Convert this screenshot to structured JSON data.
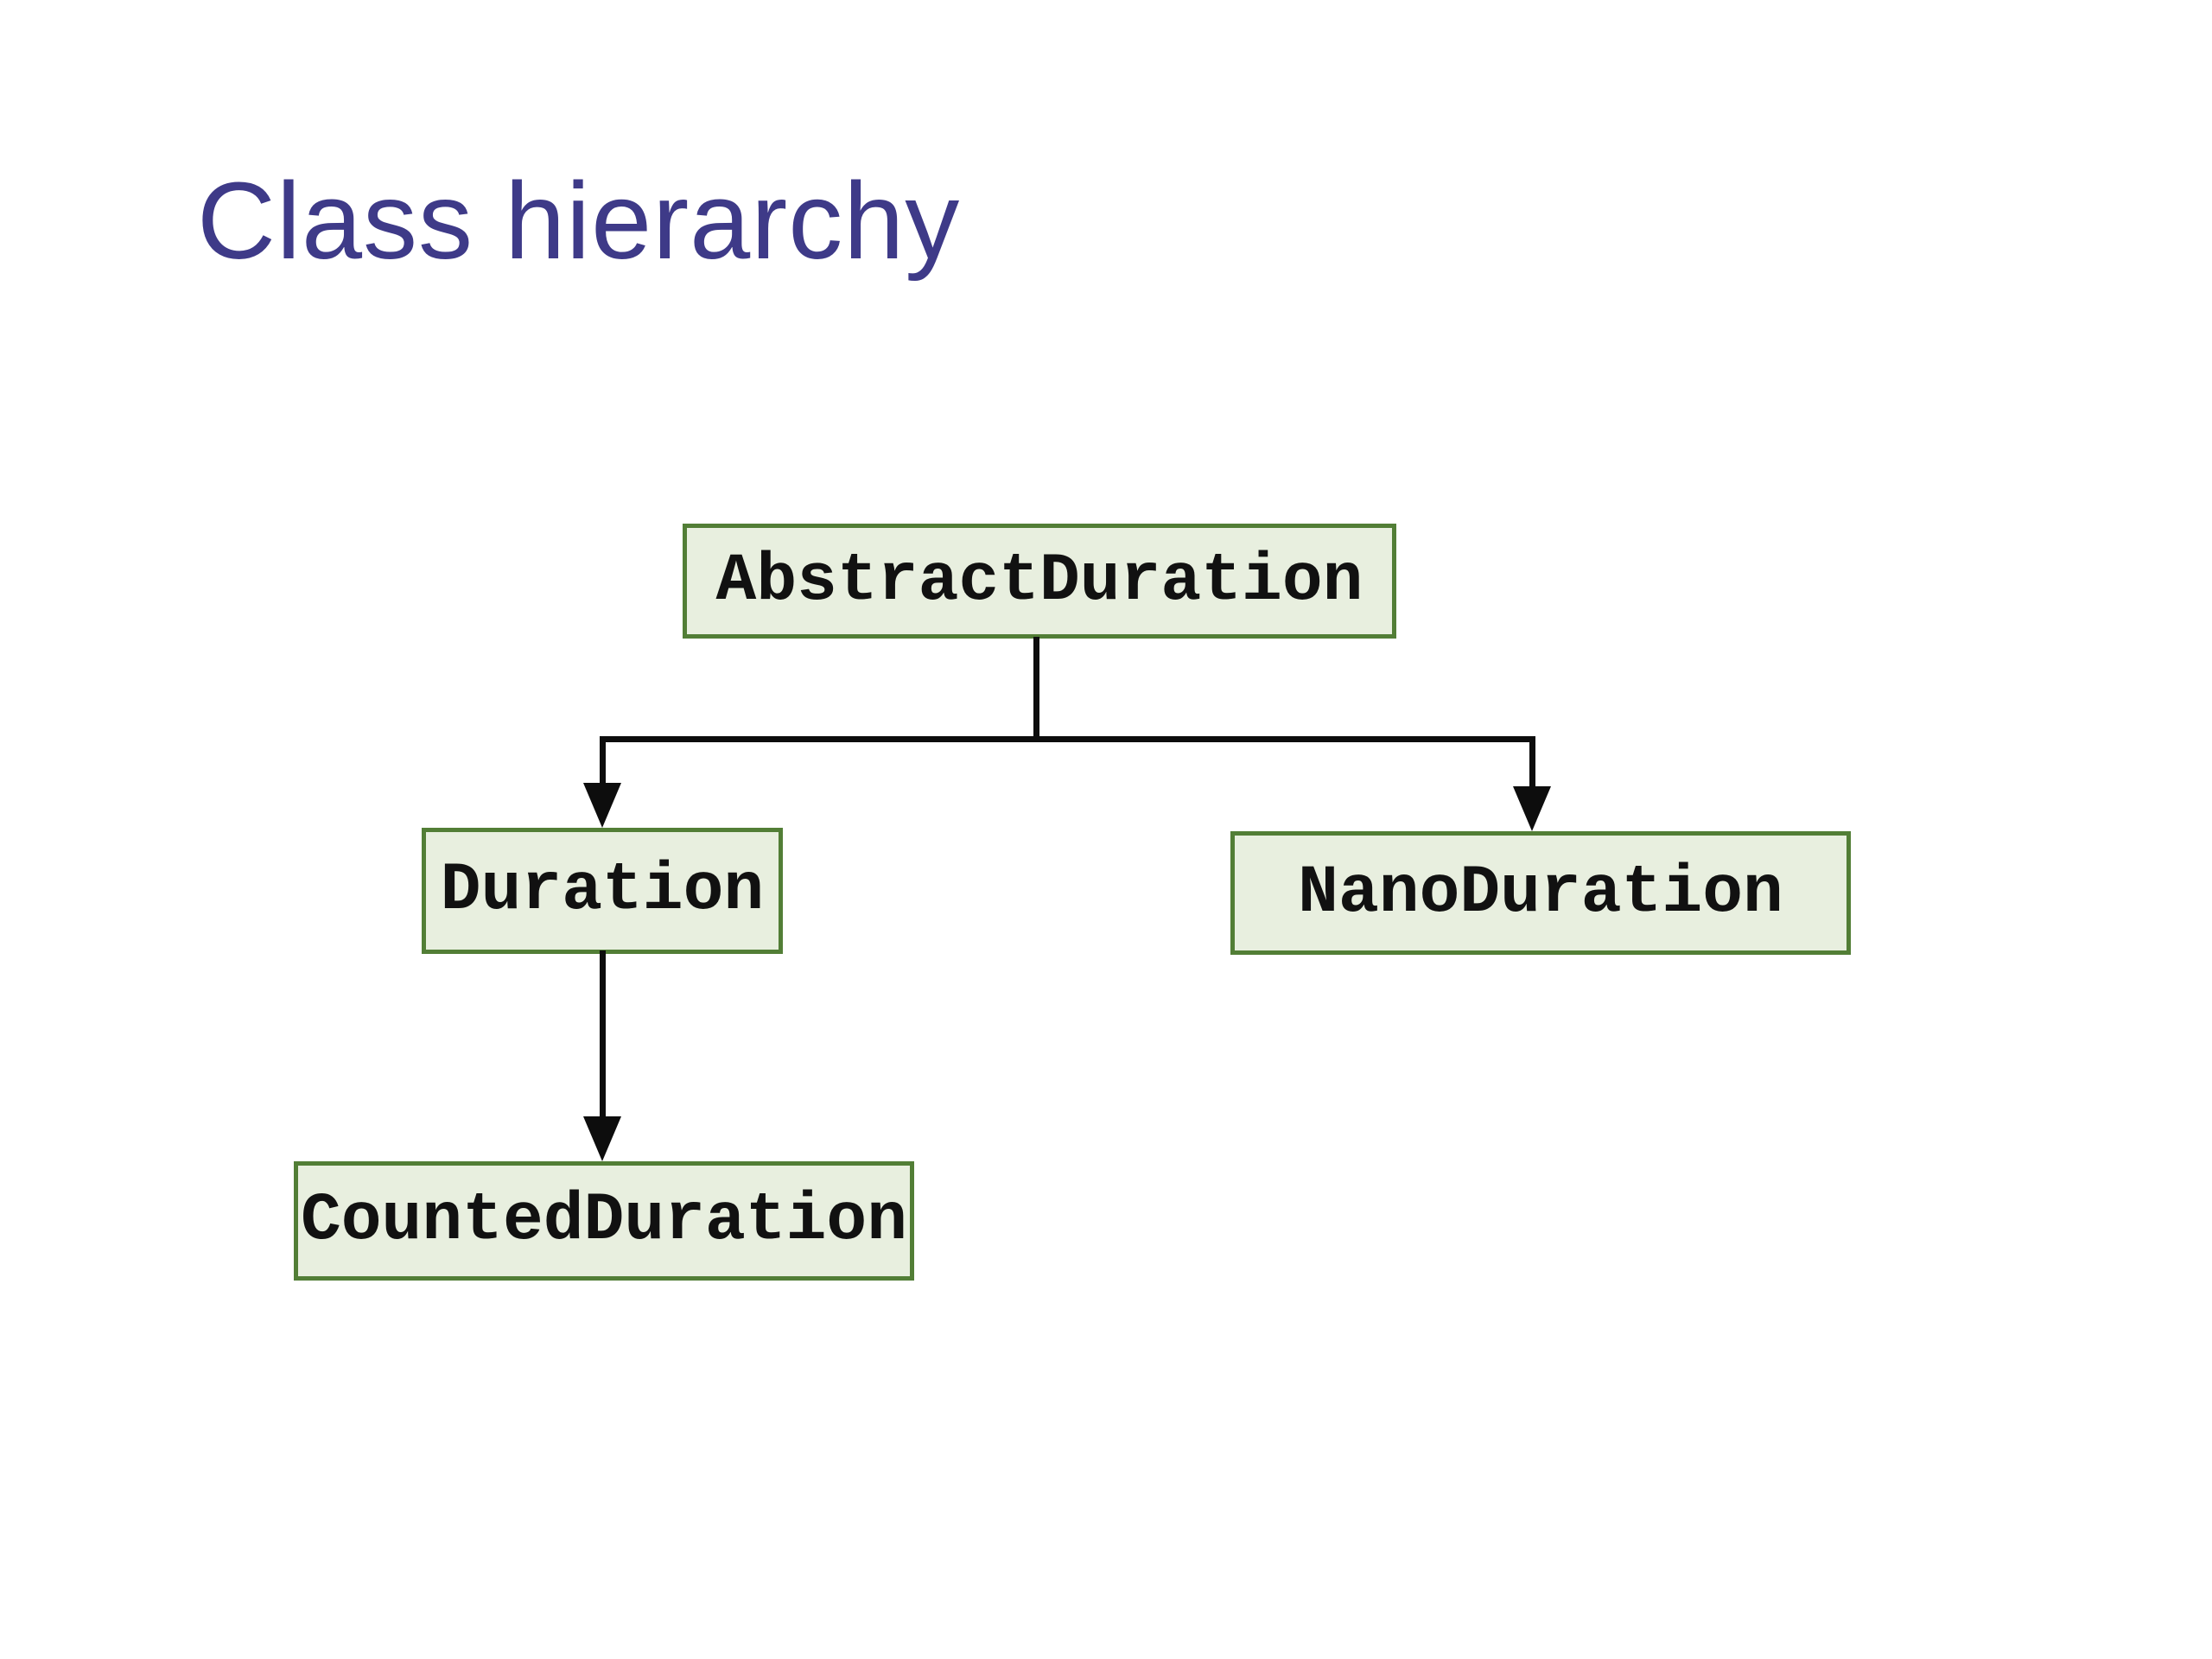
{
  "slide": {
    "title": "Class hierarchy"
  },
  "diagram": {
    "type": "class-hierarchy-tree",
    "nodes": [
      {
        "id": "abstract-duration",
        "label": "AbstractDuration"
      },
      {
        "id": "duration",
        "label": "Duration"
      },
      {
        "id": "nano-duration",
        "label": "NanoDuration"
      },
      {
        "id": "counted-duration",
        "label": "CountedDuration"
      }
    ],
    "edges": [
      {
        "from": "AbstractDuration",
        "to": "Duration"
      },
      {
        "from": "AbstractDuration",
        "to": "NanoDuration"
      },
      {
        "from": "Duration",
        "to": "CountedDuration"
      }
    ],
    "colors": {
      "title": "#3e3a88",
      "node_fill": "#e8efdf",
      "node_border": "#527e36",
      "connector": "#0d0d0d",
      "background": "#ffffff"
    }
  }
}
